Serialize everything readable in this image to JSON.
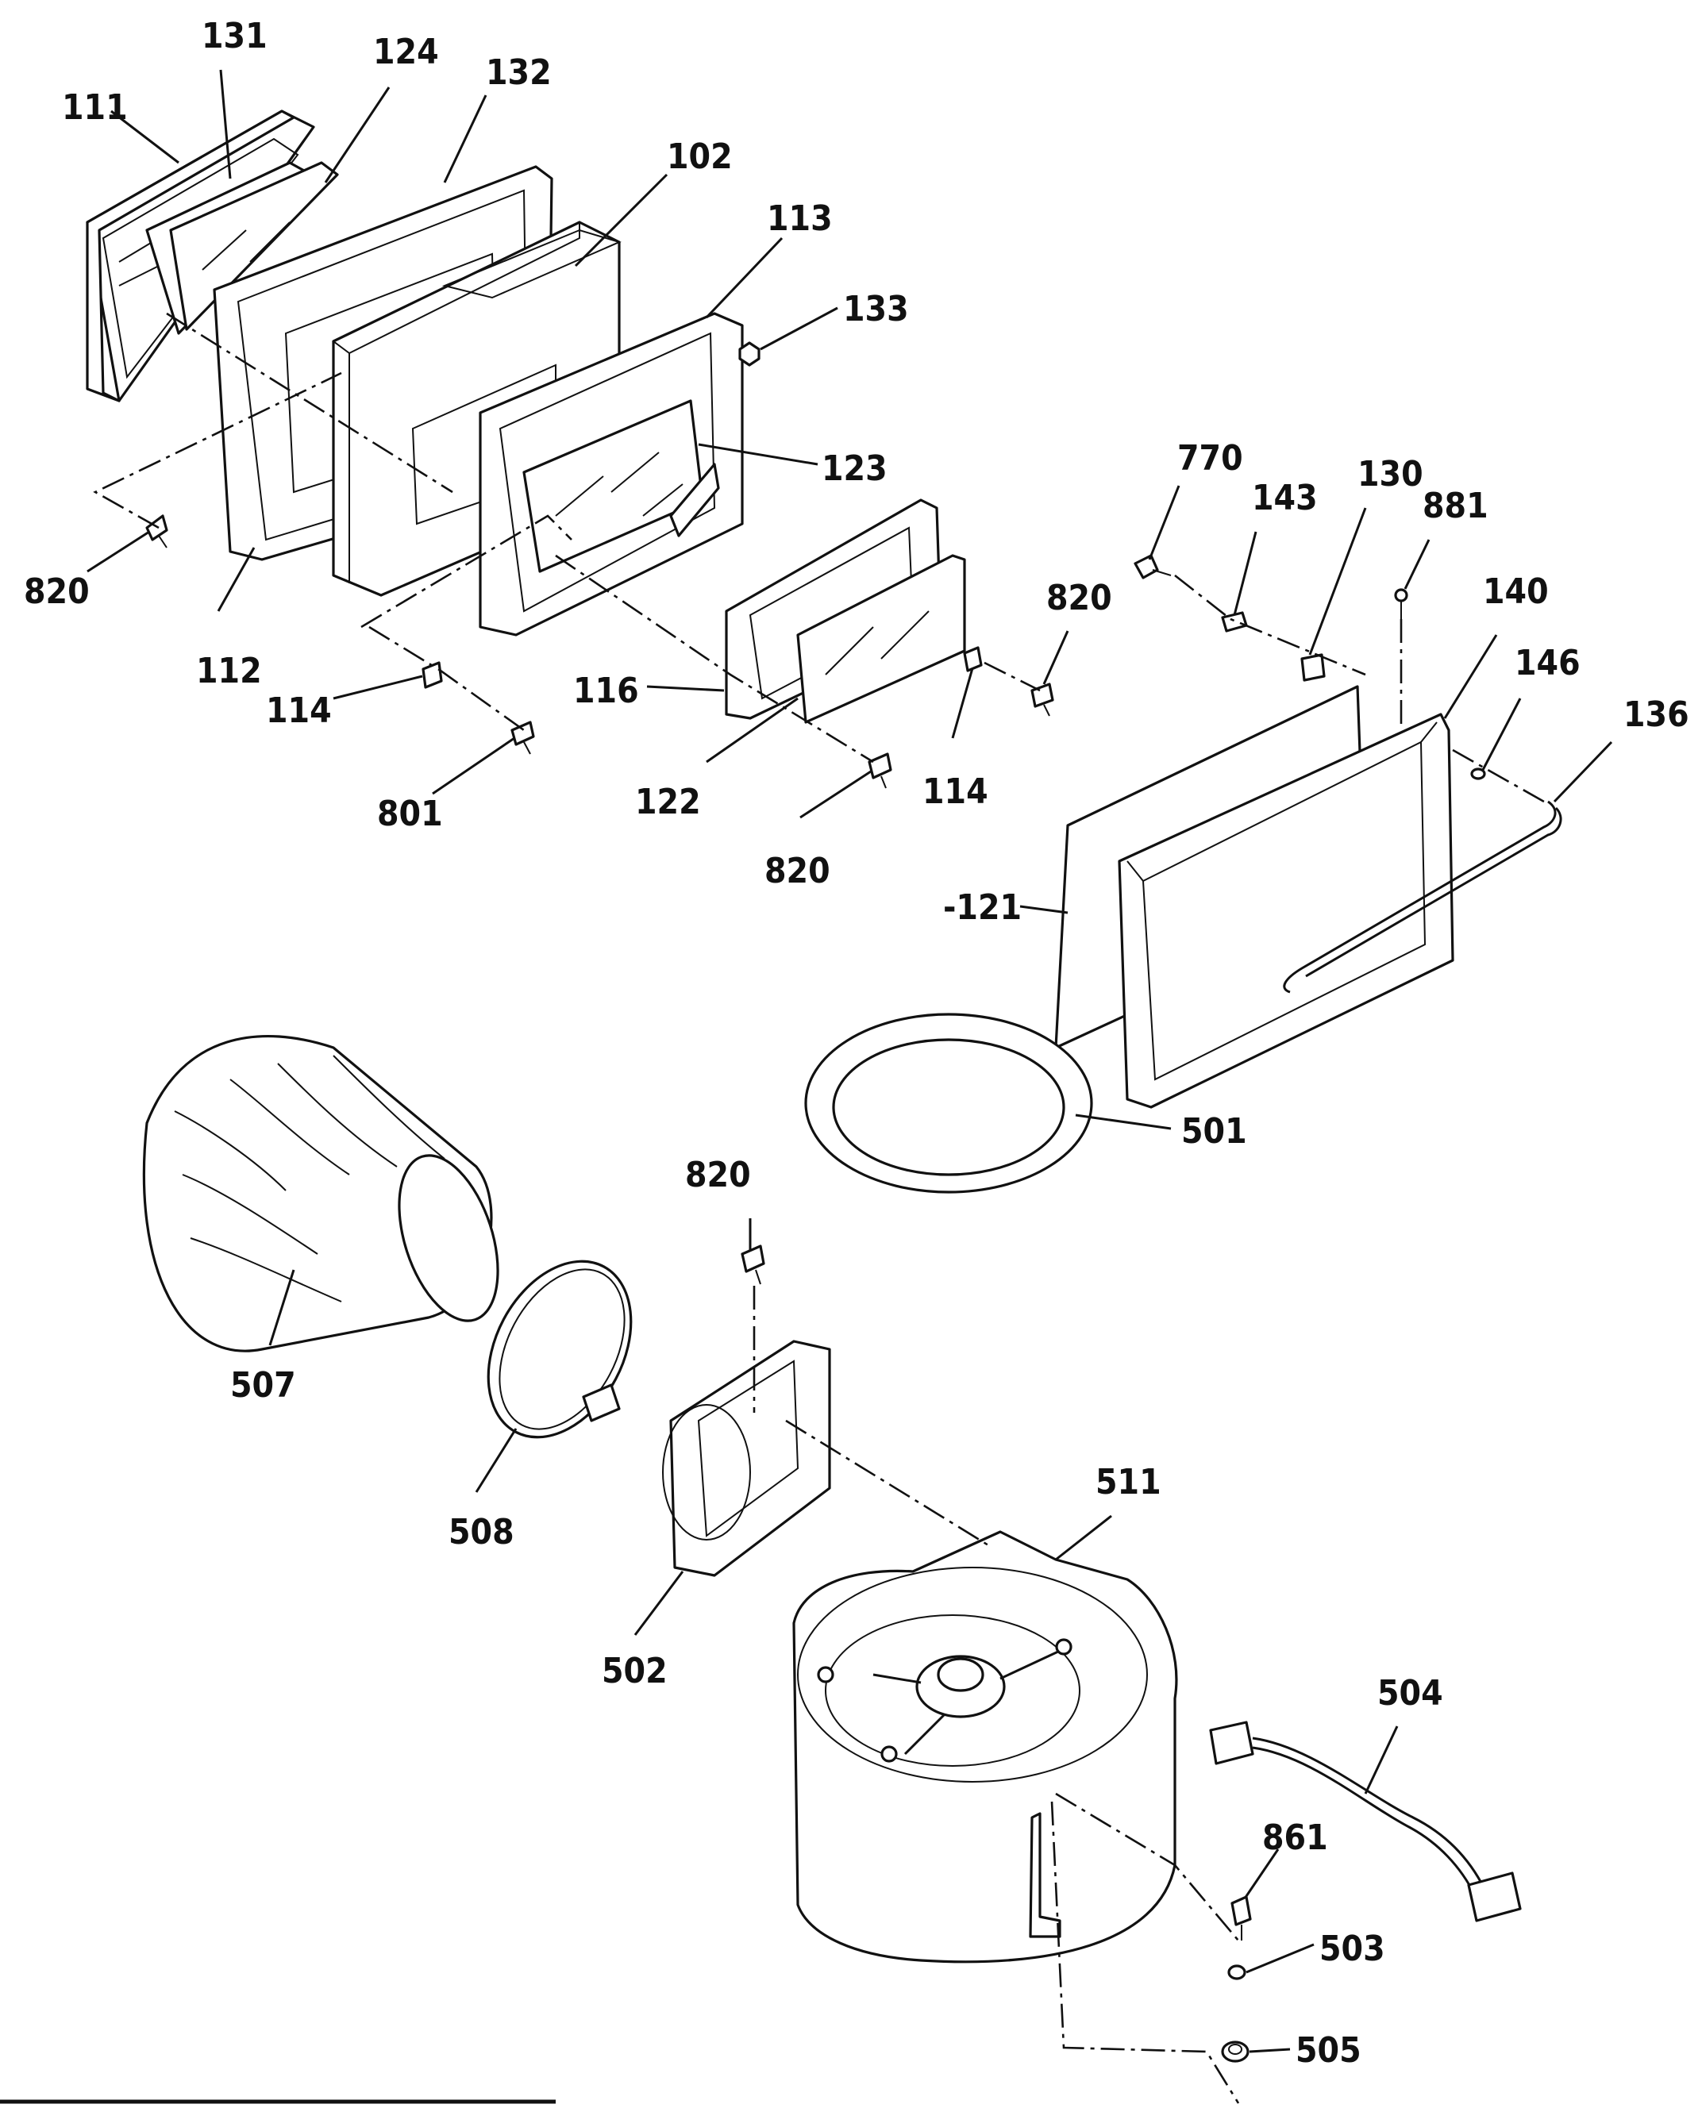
{
  "diagram": {
    "callouts": [
      {
        "id": "111"
      },
      {
        "id": "131"
      },
      {
        "id": "124"
      },
      {
        "id": "132"
      },
      {
        "id": "102"
      },
      {
        "id": "113"
      },
      {
        "id": "133"
      },
      {
        "id": "123"
      },
      {
        "id": "820"
      },
      {
        "id": "112"
      },
      {
        "id": "114"
      },
      {
        "id": "801"
      },
      {
        "id": "116"
      },
      {
        "id": "122"
      },
      {
        "id": "820"
      },
      {
        "id": "114"
      },
      {
        "id": "820"
      },
      {
        "id": "770"
      },
      {
        "id": "143"
      },
      {
        "id": "130"
      },
      {
        "id": "881"
      },
      {
        "id": "140"
      },
      {
        "id": "146"
      },
      {
        "id": "136"
      },
      {
        "id": "-121"
      },
      {
        "id": "501"
      },
      {
        "id": "820"
      },
      {
        "id": "507"
      },
      {
        "id": "508"
      },
      {
        "id": "502"
      },
      {
        "id": "511"
      },
      {
        "id": "504"
      },
      {
        "id": "861"
      },
      {
        "id": "503"
      },
      {
        "id": "505"
      }
    ]
  }
}
